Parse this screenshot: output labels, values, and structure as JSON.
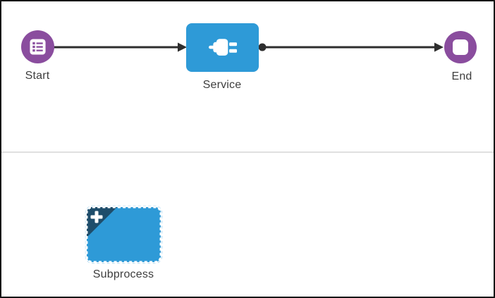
{
  "colors": {
    "event_purple": "#8a4d9e",
    "task_blue": "#2e9ad7",
    "subprocess_corner_navy": "#1e4d6b",
    "connector_dark": "#2e2e2e",
    "label_gray": "#3d3d3d",
    "divider_gray": "#e0e0e0",
    "canvas_white": "#ffffff"
  },
  "flow_canvas": {
    "nodes": [
      {
        "id": "start",
        "label": "Start",
        "shape": "circle",
        "icon": "form-list-icon",
        "fill": "#8a4d9e"
      },
      {
        "id": "service",
        "label": "Service",
        "shape": "rounded-rectangle",
        "icon": "plug-icon",
        "fill": "#2e9ad7"
      },
      {
        "id": "end",
        "label": "End",
        "shape": "circle",
        "icon": "stop-square-icon",
        "fill": "#8a4d9e"
      }
    ],
    "connectors": [
      {
        "from": "Start",
        "to": "Service",
        "start_marker": "none",
        "end_marker": "arrow"
      },
      {
        "from": "Service",
        "to": "End",
        "start_marker": "dot",
        "end_marker": "arrow"
      }
    ]
  },
  "palette_canvas": {
    "items": [
      {
        "id": "subprocess",
        "label": "Subprocess",
        "icon": "plus-icon",
        "fill": "#2e9ad7",
        "corner_fill": "#1e4d6b",
        "border_style": "dashed-stamp"
      }
    ]
  }
}
